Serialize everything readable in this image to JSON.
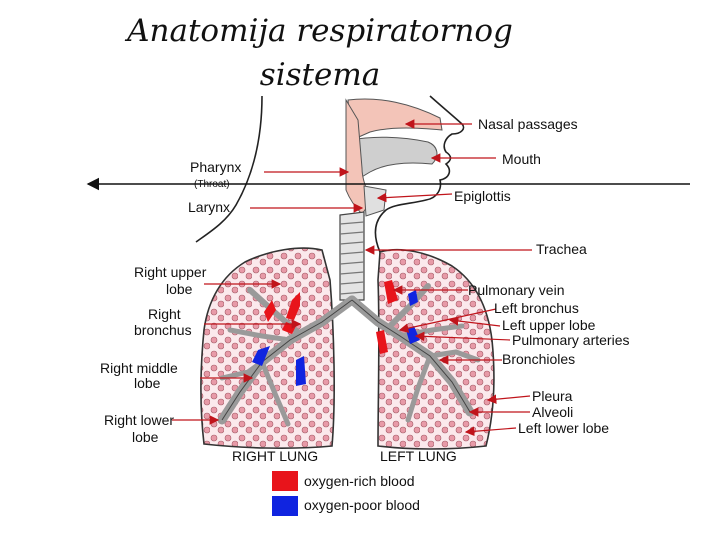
{
  "title": {
    "line1": "Anatomija respiratornog",
    "line2": "sistema"
  },
  "labels": {
    "nasal_passages": "Nasal passages",
    "mouth": "Mouth",
    "pharynx": "Pharynx",
    "throat": "(Throat)",
    "epiglottis": "Epiglottis",
    "larynx": "Larynx",
    "trachea": "Trachea",
    "right_upper_lobe_1": "Right upper",
    "right_upper_lobe_2": "lobe",
    "right_bronchus_1": "Right",
    "right_bronchus_2": "bronchus",
    "right_middle_lobe_1": "Right middle",
    "right_middle_lobe_2": "lobe",
    "right_lower_lobe_1": "Right lower",
    "right_lower_lobe_2": "lobe",
    "pulmonary_vein": "Pulmonary vein",
    "left_bronchus": "Left bronchus",
    "left_upper_lobe": "Left upper lobe",
    "pulmonary_arteries": "Pulmonary arteries",
    "bronchioles": "Bronchioles",
    "pleura": "Pleura",
    "alveoli": "Alveoli",
    "left_lower_lobe": "Left lower lobe",
    "right_lung": "RIGHT LUNG",
    "left_lung": "LEFT LUNG"
  },
  "legend": [
    {
      "label": "oxygen-rich blood",
      "color": "#e8141b"
    },
    {
      "label": "oxygen-poor blood",
      "color": "#1024e0"
    }
  ],
  "colors": {
    "pointer": "#c0141b",
    "tissue": "#f3c4b8",
    "alveoli": "#e89aa8",
    "airway": "#9a9a9a"
  }
}
